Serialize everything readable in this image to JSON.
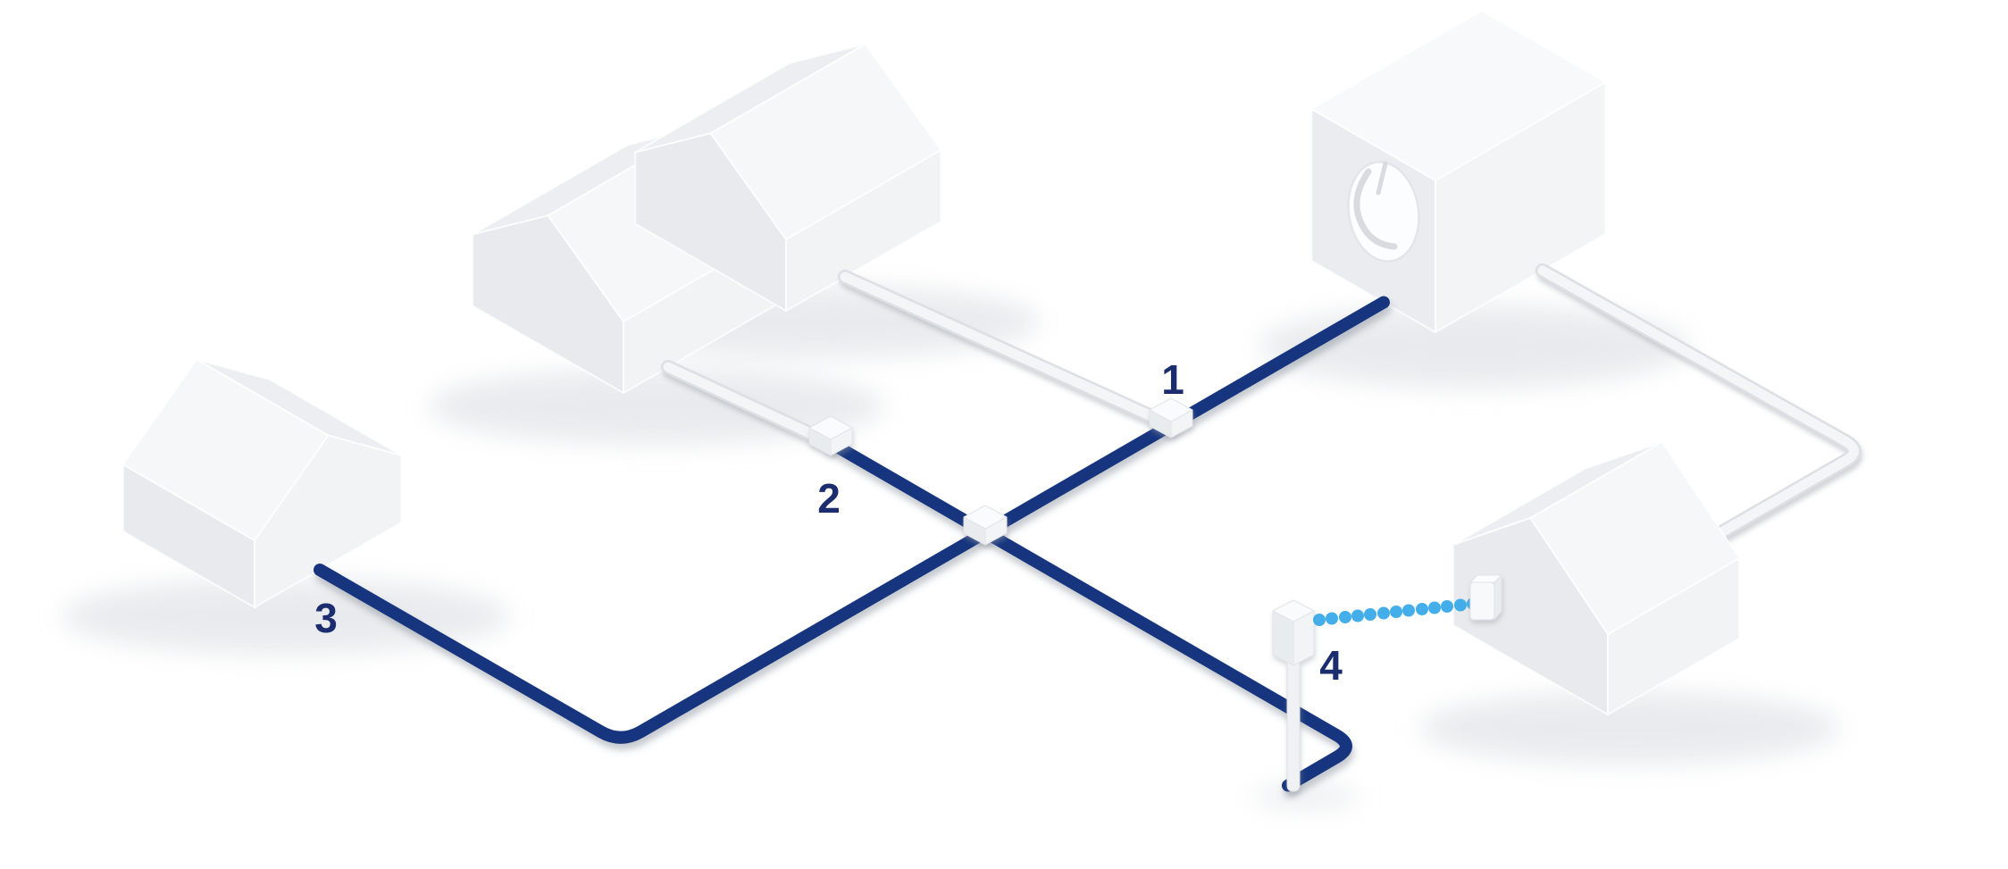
{
  "diagram": {
    "description": "Isometric illustration of a fiber network: four houses and a central office box with provider logo, connected by blue fiber cables with numbered junction points and a wireless antenna link to one house.",
    "background_color": "#ffffff",
    "palette": {
      "fiber_blue": "#15357E",
      "marker_navy": "#1B2D6F",
      "wireless_dot_blue": "#3AAAE9",
      "building_face_light": "#F1F3F5",
      "building_face_shaded": "#E8EAED",
      "roof_bright": "#F6F7F9",
      "roof_back": "#ECEEF1",
      "white_cable": "#F4F5F7",
      "white_cable_edge": "#DCDFE3"
    },
    "markers": [
      {
        "label": "1"
      },
      {
        "label": "2"
      },
      {
        "label": "3"
      },
      {
        "label": "4"
      }
    ],
    "wireless_link": {
      "dot_count": 13
    }
  }
}
